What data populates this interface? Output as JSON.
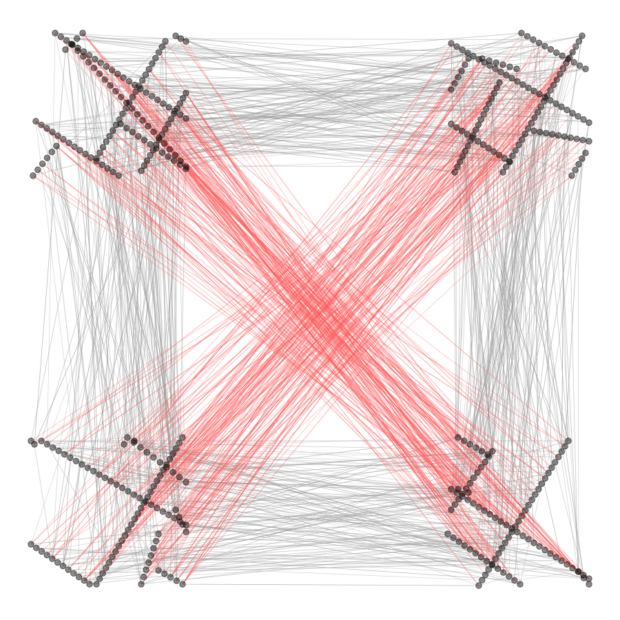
{
  "graph": {
    "description_visible_text": "",
    "node_style": {
      "fill": "#000000",
      "fill_opacity": 0.45,
      "stroke": "#222222"
    },
    "edge_colors": {
      "intra_corner": "#9a9a9a",
      "diagonal": "#ff5a5a"
    },
    "clusters": [
      {
        "id": "top-left"
      },
      {
        "id": "top-right"
      },
      {
        "id": "bottom-left"
      },
      {
        "id": "bottom-right"
      }
    ]
  }
}
